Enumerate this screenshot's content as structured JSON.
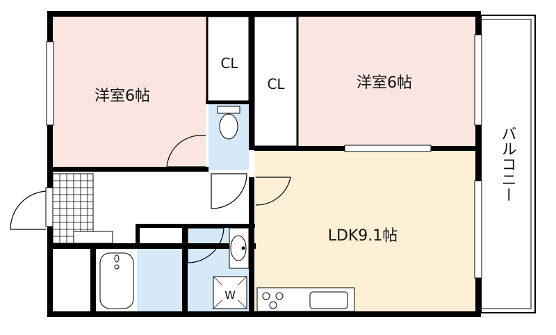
{
  "floorplan": {
    "rooms": {
      "western_room_left": "洋室6帖",
      "western_room_right": "洋室6帖",
      "closet_left": "CL",
      "closet_right": "CL",
      "ldk": "LDK9.1帖",
      "balcony": "バルコニー",
      "washer": "W"
    },
    "colors": {
      "western_room": "#fae5e1",
      "ldk": "#fdf0d6",
      "water_area": "#d5e9f8",
      "wall": "#000000"
    }
  }
}
